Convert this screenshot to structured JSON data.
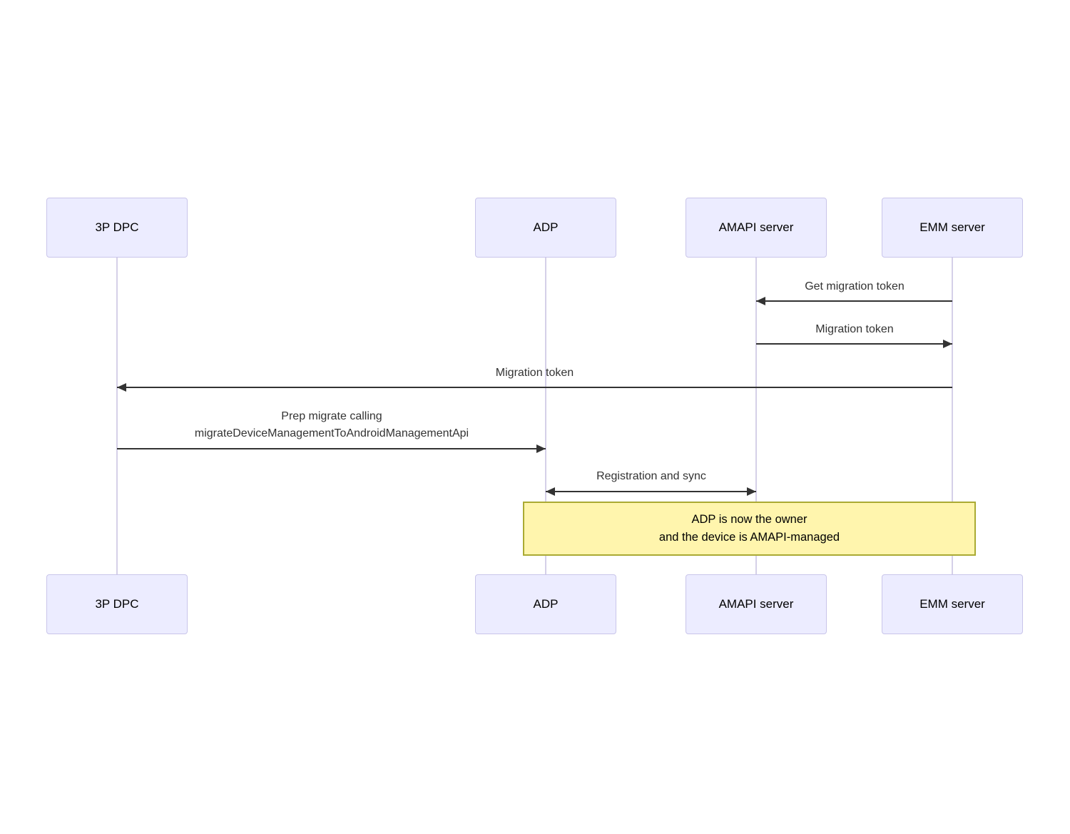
{
  "diagram": {
    "type": "sequence",
    "actors": [
      {
        "label": "3P DPC"
      },
      {
        "label": "ADP"
      },
      {
        "label": "AMAPI server"
      },
      {
        "label": "EMM server"
      }
    ],
    "messages": [
      {
        "from": "EMM server",
        "to": "AMAPI server",
        "direction": "left",
        "label": "Get migration token"
      },
      {
        "from": "AMAPI server",
        "to": "EMM server",
        "direction": "right",
        "label": "Migration token"
      },
      {
        "from": "EMM server",
        "to": "3P DPC",
        "direction": "left",
        "label": "Migration token"
      },
      {
        "from": "3P DPC",
        "to": "ADP",
        "direction": "right",
        "label": "Prep migrate calling\nmigrateDeviceManagementToAndroidManagementApi"
      },
      {
        "from": "ADP",
        "to": "AMAPI server",
        "direction": "both",
        "label": "Registration and sync"
      }
    ],
    "note": {
      "text": "ADP is now the owner\nand the device is AMAPI-managed",
      "spans": [
        "ADP",
        "EMM server"
      ]
    },
    "colors": {
      "actor_fill": "#ECECFF",
      "actor_border": "#c9c5ea",
      "lifeline": "#d5d0e8",
      "arrow": "#333333",
      "message_text": "#333333",
      "note_fill": "#fff5ad",
      "note_border": "#aaaa33"
    }
  }
}
